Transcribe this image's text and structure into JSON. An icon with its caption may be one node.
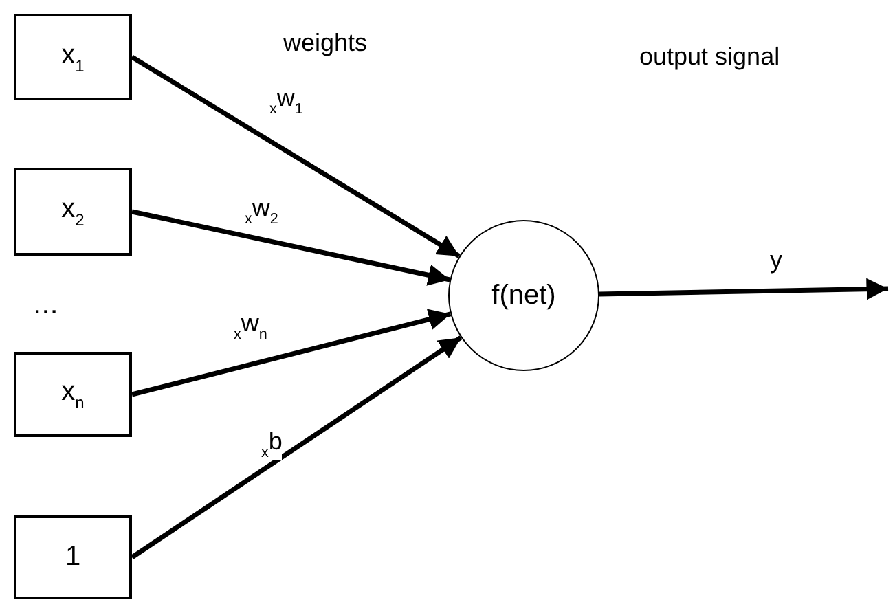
{
  "diagram": {
    "nodes": [
      {
        "text": [
          "x$_{1}$"
        ]
      },
      {
        "text": [
          "x$_{2}$"
        ]
      },
      {
        "text": [
          "x$_{n}$"
        ]
      },
      {
        "text": [
          "1"
        ]
      },
      {
        "text": [
          "f(net)"
        ]
      }
    ],
    "edges": [
      {
        "from": 0,
        "to": 4,
        "arrow": "to",
        "label": "$_{x}$w$_{1}$"
      },
      {
        "from": 1,
        "to": 4,
        "arrow": "to",
        "label": "$_{x}$w$_{2}$"
      },
      {
        "from": 2,
        "to": 4,
        "arrow": "to",
        "label": "$_{x}$w$_{n}$"
      },
      {
        "from": 3,
        "to": 4,
        "arrow": "to",
        "label": "$_{x}$b"
      },
      {
        "from": 4,
        "to": null,
        "arrow": "to",
        "label": "y"
      }
    ],
    "labels": [
      "weights",
      "output signal",
      "..."
    ]
  }
}
